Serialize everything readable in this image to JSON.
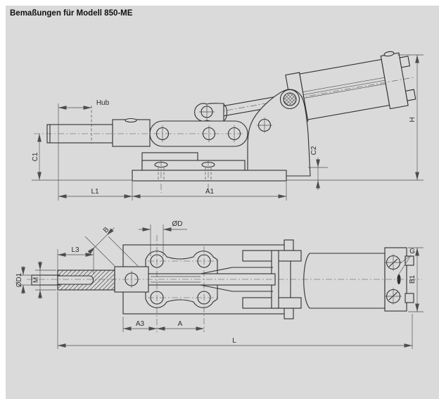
{
  "title": "Bemaßungen für Modell 850-ME",
  "drawing": {
    "model": "850-ME",
    "type": "pneumatic toggle clamp, two orthographic views",
    "side_view_labels": {
      "hub": "Hub",
      "c1": "C1",
      "l1": "L1",
      "a1": "A1",
      "c2": "C2",
      "h": "H"
    },
    "plan_view_labels": {
      "b": "B",
      "diameter_d": "ØD",
      "l3": "L3",
      "diameter_d1": "ØD1",
      "m": "M",
      "a3": "A3",
      "a": "A",
      "l": "L",
      "g": "G",
      "b1": "B1"
    }
  },
  "colors": {
    "background": "#dadada",
    "lines": "#2f2f2f",
    "text": "#2d2d2d"
  }
}
